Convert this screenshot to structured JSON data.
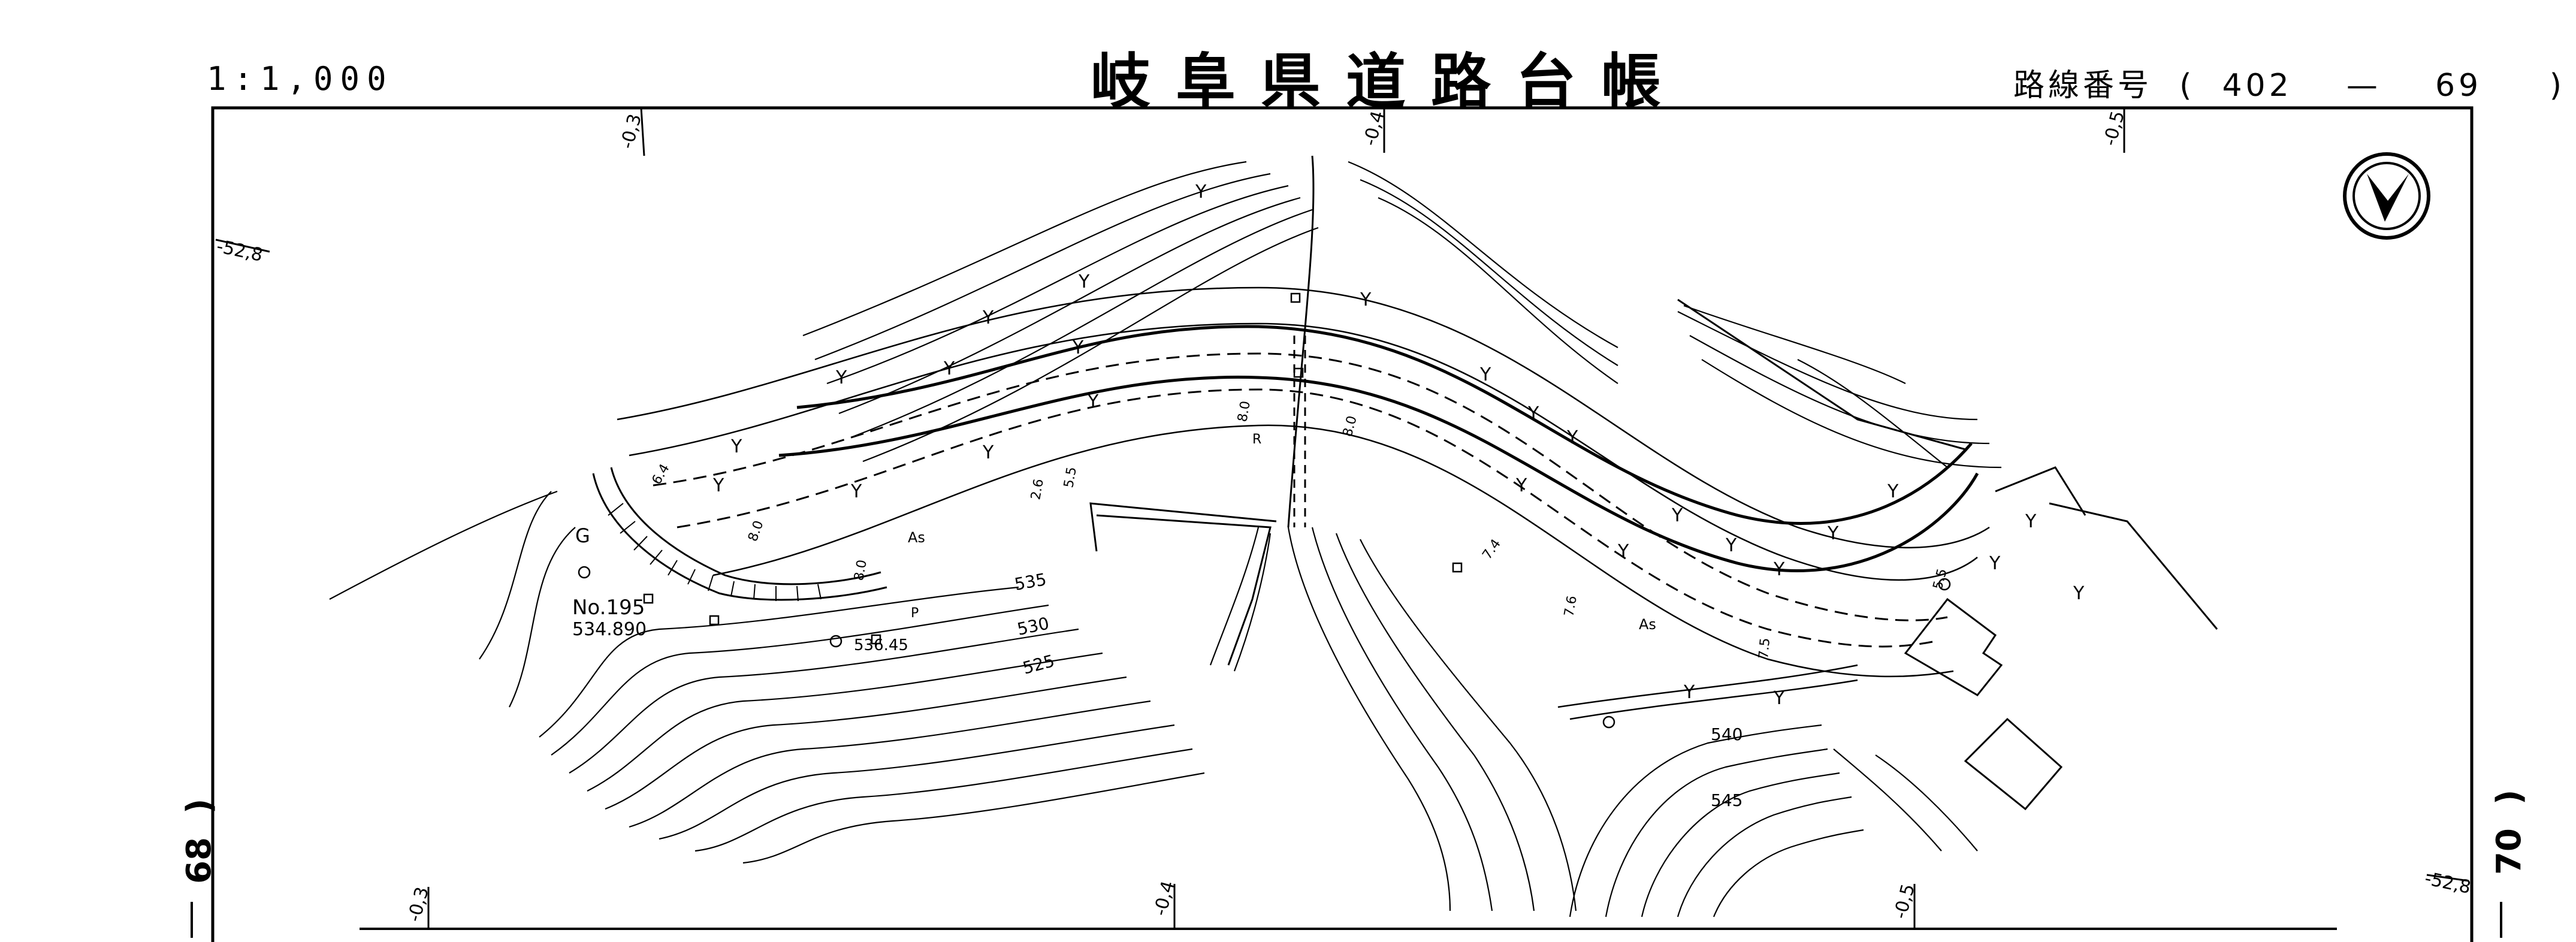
{
  "header": {
    "scale": "1:1,000",
    "title": "岐阜県道路台帳",
    "route_label": "路線番号",
    "route_open": "(",
    "route_a": "402",
    "route_dash": "—",
    "route_b": "69",
    "route_close": ")"
  },
  "sheet_left": "68",
  "sheet_right": "70",
  "grid_labels": {
    "y_left": "-52,8",
    "y_right": "-52,8",
    "top_03": "-0,3",
    "top_04": "-0,4",
    "top_05": "-0,5",
    "bot_03": "-0,3",
    "bot_04": "-0,4",
    "bot_05": "-0,5"
  },
  "map": {
    "station": "No.195",
    "station_elev": "534.890",
    "spot_elev": "536.45",
    "surface_left": "As",
    "surface_right": "As",
    "contours": [
      "525",
      "530",
      "535",
      "540",
      "545"
    ],
    "widths": [
      "6.4",
      "8.0",
      "8.0",
      "5.5",
      "2.6",
      "8.0",
      "8.0",
      "7.6",
      "7.5",
      "7.4",
      "5.5"
    ],
    "marker_G": "G",
    "marker_R": "R",
    "marker_P": "P"
  },
  "colors": {
    "ink": "#000000",
    "paper": "#ffffff"
  },
  "icons": {
    "north": "north-arrow-icon"
  }
}
